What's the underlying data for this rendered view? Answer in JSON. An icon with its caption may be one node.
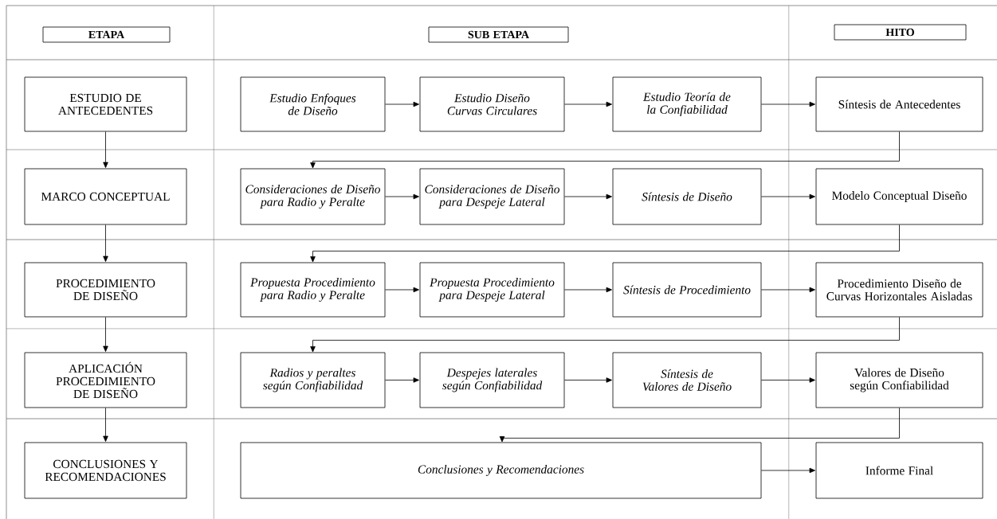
{
  "diagram": {
    "nodes": [
      {
        "text": [
          "ETAPA"
        ]
      },
      {
        "text": [
          "SUB ETAPA"
        ]
      },
      {
        "text": [
          "HITO"
        ]
      },
      {
        "text": [
          "ESTUDIO DE ANTECEDENTES"
        ]
      },
      {
        "text": [
          "Estudio Enfoques de Diseño"
        ]
      },
      {
        "text": [
          "Estudio Diseño Curvas Circulares"
        ]
      },
      {
        "text": [
          "Estudio Teoría de la Confiabilidad"
        ]
      },
      {
        "text": [
          "Síntesis de Antecedentes"
        ]
      },
      {
        "text": [
          "MARCO CONCEPTUAL"
        ]
      },
      {
        "text": [
          "Consideraciones de Diseño para Radio y Peralte"
        ]
      },
      {
        "text": [
          "Consideraciones de Diseño para Despeje Lateral"
        ]
      },
      {
        "text": [
          "Síntesis de Diseño"
        ]
      },
      {
        "text": [
          "Modelo Conceptual Diseño"
        ]
      },
      {
        "text": [
          "PROCEDIMIENTO DE DISEÑO"
        ]
      },
      {
        "text": [
          "Propuesta Procedimiento para Radio y Peralte"
        ]
      },
      {
        "text": [
          "Propuesta Procedimiento para Despeje Lateral"
        ]
      },
      {
        "text": [
          "Síntesis de Procedimiento"
        ]
      },
      {
        "text": [
          "Procedimiento Diseño de Curvas Horizontales Aisladas"
        ]
      },
      {
        "text": [
          "APLICACIÓN PROCEDIMIENTO DE DISEÑO"
        ]
      },
      {
        "text": [
          "Radios y peraltes según Confiabilidad"
        ]
      },
      {
        "text": [
          "Despejes laterales según Confiabilidad"
        ]
      },
      {
        "text": [
          "Síntesis de Valores de Diseño"
        ]
      },
      {
        "text": [
          "Valores de Diseño según Confiabilidad"
        ]
      },
      {
        "text": [
          "CONCLUSIONES Y RECOMENDACIONES"
        ]
      },
      {
        "text": [
          "Conclusiones y Recomendaciones"
        ]
      },
      {
        "text": [
          "Informe Final"
        ]
      }
    ],
    "edges": [
      {
        "from": 3,
        "to": 8,
        "arrow": "to"
      },
      {
        "from": 8,
        "to": 13,
        "arrow": "to"
      },
      {
        "from": 13,
        "to": 18,
        "arrow": "to"
      },
      {
        "from": 18,
        "to": 23,
        "arrow": "to"
      },
      {
        "from": 4,
        "to": 5,
        "arrow": "to"
      },
      {
        "from": 5,
        "to": 6,
        "arrow": "to"
      },
      {
        "from": 6,
        "to": 7,
        "arrow": "to"
      },
      {
        "from": 7,
        "to": 9,
        "arrow": "to"
      },
      {
        "from": 9,
        "to": 10,
        "arrow": "to"
      },
      {
        "from": 10,
        "to": 11,
        "arrow": "to"
      },
      {
        "from": 11,
        "to": 12,
        "arrow": "to"
      },
      {
        "from": 12,
        "to": 14,
        "arrow": "to"
      },
      {
        "from": 14,
        "to": 15,
        "arrow": "to"
      },
      {
        "from": 15,
        "to": 16,
        "arrow": "to"
      },
      {
        "from": 16,
        "to": 17,
        "arrow": "to"
      },
      {
        "from": 17,
        "to": 19,
        "arrow": "to"
      },
      {
        "from": 19,
        "to": 20,
        "arrow": "to"
      },
      {
        "from": 20,
        "to": 21,
        "arrow": "to"
      },
      {
        "from": 21,
        "to": 22,
        "arrow": "to"
      },
      {
        "from": 22,
        "to": 24,
        "arrow": "to"
      },
      {
        "from": 24,
        "to": 25,
        "arrow": "to"
      }
    ]
  }
}
